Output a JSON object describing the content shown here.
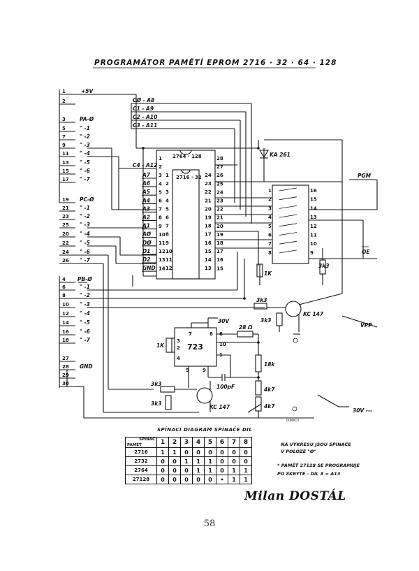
{
  "title": "PROGRAMÁTOR PAMĚTÍ EPROM 2716 · 32 · 64 · 128",
  "page_number": "58",
  "signature": "Milan DOSTÁL",
  "connector_pins": {
    "supply": [
      {
        "pin": "1",
        "label": "+5V"
      },
      {
        "pin": "2",
        "label": ""
      }
    ],
    "pa": [
      {
        "pin": "3",
        "label": "PA-Ø"
      },
      {
        "pin": "5",
        "label": "\" -1"
      },
      {
        "pin": "7",
        "label": "\" -2"
      },
      {
        "pin": "9",
        "label": "\" -3"
      },
      {
        "pin": "11",
        "label": "\" -4"
      },
      {
        "pin": "13",
        "label": "\" -5"
      },
      {
        "pin": "15",
        "label": "\" -6"
      },
      {
        "pin": "17",
        "label": "\" -7"
      }
    ],
    "pc": [
      {
        "pin": "19",
        "label": "PC-Ø"
      },
      {
        "pin": "21",
        "label": "\" -1"
      },
      {
        "pin": "23",
        "label": "\" -2"
      },
      {
        "pin": "25",
        "label": "\" -3"
      },
      {
        "pin": "20",
        "label": "\" -4"
      },
      {
        "pin": "22",
        "label": "\" -5"
      },
      {
        "pin": "24",
        "label": "\" -6"
      },
      {
        "pin": "26",
        "label": "\" -7"
      }
    ],
    "pb": [
      {
        "pin": "4",
        "label": "PB-Ø"
      },
      {
        "pin": "6",
        "label": "\" -1"
      },
      {
        "pin": "8",
        "label": "\" -2"
      },
      {
        "pin": "10",
        "label": "\" -3"
      },
      {
        "pin": "12",
        "label": "\" -4"
      },
      {
        "pin": "14",
        "label": "\" -5"
      },
      {
        "pin": "16",
        "label": "\" -6"
      },
      {
        "pin": "18",
        "label": "\" -7"
      }
    ],
    "gnd": [
      {
        "pin": "27",
        "label": ""
      },
      {
        "pin": "28",
        "label": "GND"
      },
      {
        "pin": "29",
        "label": ""
      },
      {
        "pin": "30",
        "label": ""
      }
    ]
  },
  "bus_labels": [
    "CØ - A8",
    "C1 - A9",
    "C2 - A10",
    "C3 - A11",
    "C4 - A12"
  ],
  "chip": {
    "name_top": "2764 · 128",
    "name_inner": "2716 · 32",
    "left_signals": [
      "A7",
      "A6",
      "A5",
      "A4",
      "A3",
      "A2",
      "A1",
      "AØ",
      "DØ",
      "D1",
      "D2",
      "GND"
    ],
    "left_outer_pins": [
      "1",
      "2",
      "3",
      "4",
      "5",
      "6",
      "7",
      "8",
      "9",
      "10",
      "11",
      "12",
      "13",
      "14"
    ],
    "left_inner_pins": [
      "1",
      "2",
      "3",
      "4",
      "5",
      "6",
      "7",
      "8",
      "9",
      "10",
      "11",
      "12"
    ],
    "right_outer_pins": [
      "28",
      "27",
      "26",
      "25",
      "24",
      "23",
      "22",
      "21",
      "20",
      "19",
      "18",
      "17",
      "16",
      "15"
    ],
    "right_inner_pins": [
      "24",
      "23",
      "22",
      "21",
      "20",
      "19",
      "18",
      "17",
      "16",
      "15",
      "14",
      "13"
    ]
  },
  "diode": "KA 261",
  "labels": {
    "pgm": "PGM",
    "oe": "OE",
    "vpp": "VPP",
    "v30": "30V",
    "v30_out": "30V ---",
    "ic723": "723",
    "kc1": "KC 147",
    "kc2": "KC 147",
    "r_3k3a": "3k3",
    "r_3k3b": "3k3",
    "r_3k3c": "3k3",
    "r_3k3d": "3k3",
    "r_3k3e": "3k3",
    "r_1k": "1K",
    "r_1k2": "1K",
    "r_28": "28 Ω",
    "r_18k": "18k",
    "r_4k7": "4k7",
    "r_4k7b": "4k7",
    "c_100p": "100pF",
    "ic_pins": [
      "7",
      "8",
      "3",
      "2",
      "4",
      "6",
      "10",
      "1",
      "5",
      "9"
    ],
    "switch_pins_left": [
      "1",
      "2",
      "3",
      "4",
      "5",
      "6",
      "7",
      "8"
    ],
    "switch_pins_right": [
      "16",
      "15",
      "14",
      "13",
      "12",
      "11",
      "10",
      "9"
    ],
    "domain_bottom": "DOMACO"
  },
  "table": {
    "title": "SPÍNACÍ DIAGRAM SPÍNAČE DIL",
    "corner_top": "SPÍNAČ",
    "corner_bottom": "PAMĚŤ",
    "columns": [
      "1",
      "2",
      "3",
      "4",
      "5",
      "6",
      "7",
      "8"
    ],
    "rows": [
      {
        "name": "2716",
        "values": [
          "1",
          "1",
          "0",
          "0",
          "0",
          "0",
          "0",
          "0"
        ]
      },
      {
        "name": "2732",
        "values": [
          "0",
          "0",
          "1",
          "1",
          "1",
          "0",
          "0",
          "0"
        ]
      },
      {
        "name": "2764",
        "values": [
          "0",
          "0",
          "0",
          "1",
          "1",
          "0",
          "1",
          "1"
        ]
      },
      {
        "name": "27128",
        "values": [
          "0",
          "0",
          "0",
          "0",
          "0",
          "•",
          "1",
          "1"
        ]
      }
    ]
  },
  "notes": {
    "n1": "NA VÝKRESU JSOU SPÍNAČE",
    "n2": "V POLOZE \"Ø\"",
    "n3": "* PAMĚŤ 27128 SE PROGRAMUJE",
    "n4": "PO 8KBYTE - DIL 8 = A13"
  }
}
